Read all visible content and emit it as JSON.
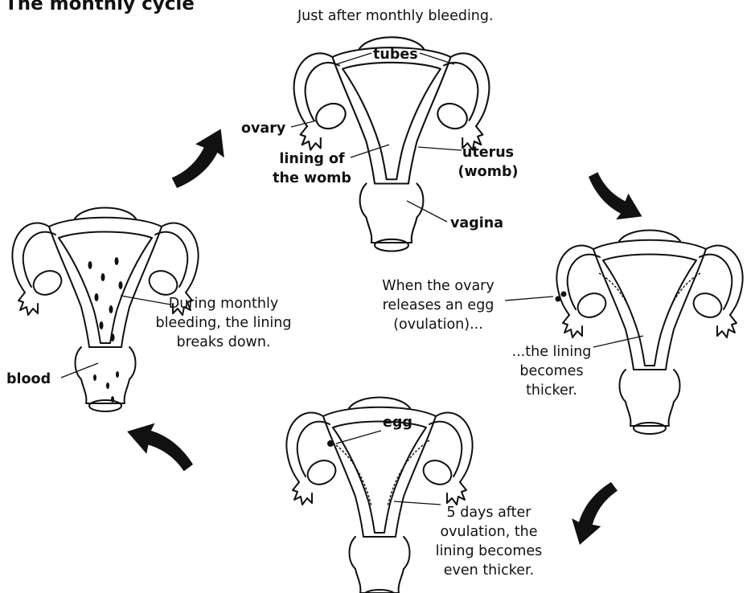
{
  "title": "The monthly cycle",
  "labels": {
    "top_caption": "Just after monthly bleeding.",
    "tubes": "tubes",
    "ovary": "ovary",
    "lining_of": "lining of",
    "the_womb": "the womb",
    "uterus": "uterus",
    "womb": "(womb)",
    "vagina": "vagina",
    "ovulation_1": "When the ovary",
    "ovulation_2": "releases an egg",
    "ovulation_3": "(ovulation)...",
    "thicker_1": "...the lining",
    "thicker_2": "becomes",
    "thicker_3": "thicker.",
    "egg": "egg",
    "five_days_1": "5 days after",
    "five_days_2": "ovulation, the",
    "five_days_3": "lining becomes",
    "five_days_4": "even thicker.",
    "bleeding_1": "During monthly",
    "bleeding_2": "bleeding, the lining",
    "bleeding_3": "breaks down.",
    "blood": "blood"
  },
  "colors": {
    "ink": "#111111",
    "background": "#ffffff"
  }
}
